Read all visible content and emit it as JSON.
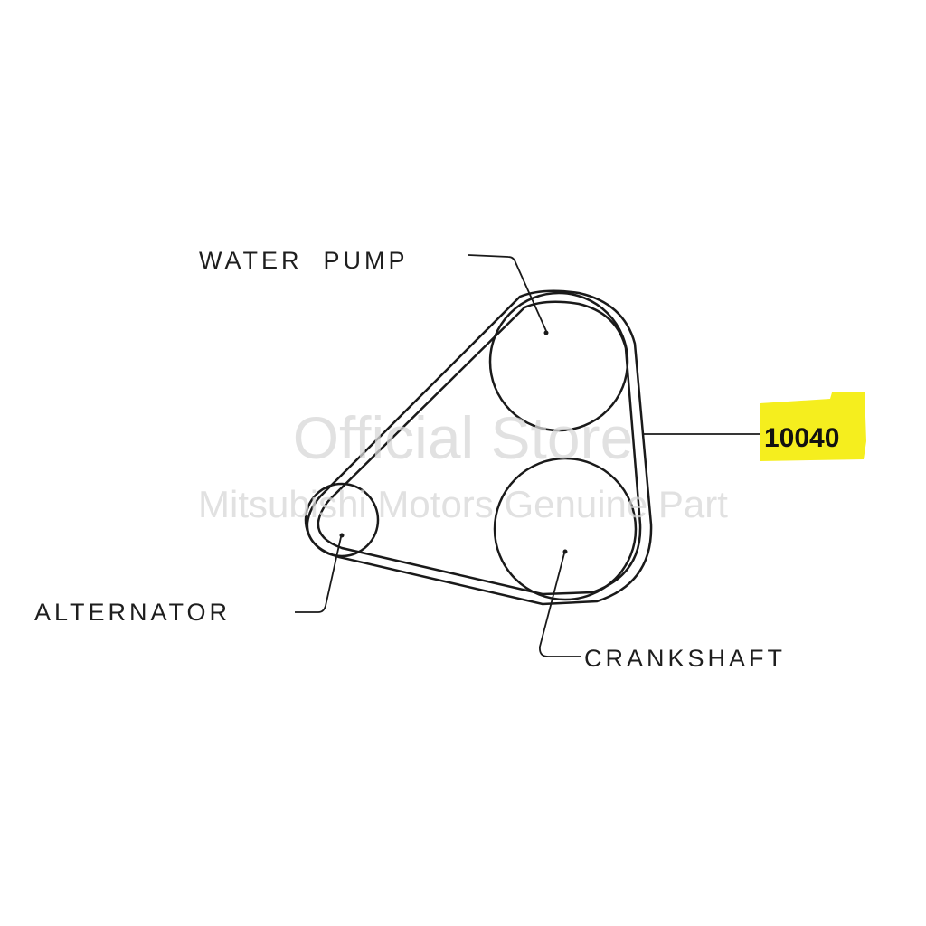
{
  "diagram": {
    "labels": {
      "water_pump": "WATER  PUMP",
      "alternator": "ALTERNATOR",
      "crankshaft": "CRANKSHAFT",
      "part_number": "10040"
    },
    "watermark": {
      "line1": "Official Store",
      "line2": "Mitsubishi Motors Genuine Part"
    },
    "colors": {
      "highlight": "#f5ee1e",
      "ink": "#1a1a1a",
      "watermark": "#d8d8d8"
    }
  }
}
